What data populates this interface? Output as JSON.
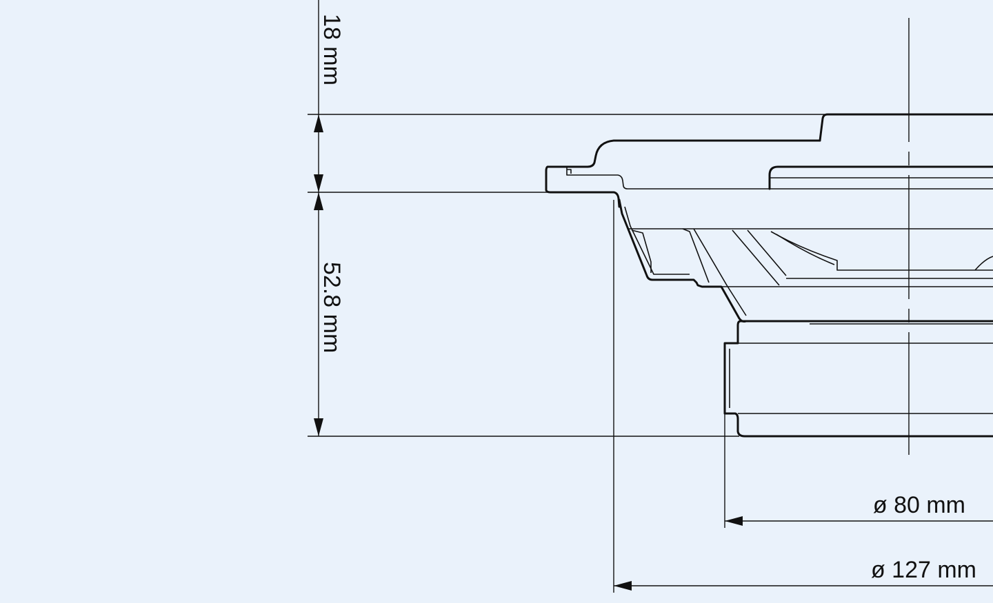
{
  "diagram": {
    "dimensions": {
      "top_height": "18 mm",
      "depth": "52.8 mm",
      "magnet_diameter": "ø 80 mm",
      "outer_diameter": "ø 127 mm"
    },
    "colors": {
      "background": "#eaf2fb",
      "line": "#111111"
    }
  }
}
